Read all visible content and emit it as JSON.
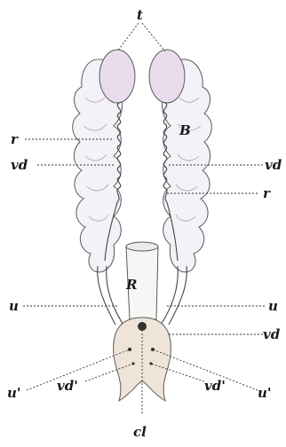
{
  "labels": {
    "t": "t",
    "B": "B",
    "r_left": "r",
    "r_right": "r",
    "vd_left": "vd",
    "vd_right": "vd",
    "vd_lower_right": "vd",
    "R": "R",
    "u_left": "u",
    "u_right": "u",
    "u_prime_left": "u'",
    "u_prime_right": "u'",
    "vd_prime_left": "vd'",
    "vd_prime_right": "vd'",
    "cl": "cl"
  },
  "colors": {
    "gland_fill": "#f4f2f8",
    "testis_fill": "#e9dcec",
    "cloaca_fill": "#efe4d8",
    "rectum_fill": "#f6f6f4"
  }
}
